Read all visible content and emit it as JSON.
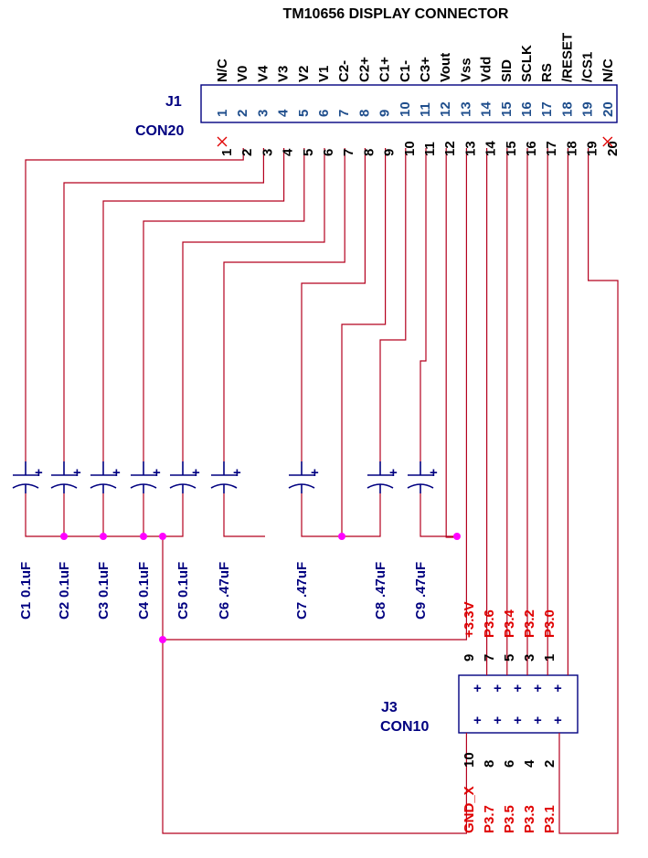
{
  "title": "TM10656 DISPLAY CONNECTOR",
  "j1": {
    "ref": "J1",
    "part": "CON20",
    "pins": [
      {
        "n": "1",
        "sig": "N/C"
      },
      {
        "n": "2",
        "sig": "V0"
      },
      {
        "n": "3",
        "sig": "V4"
      },
      {
        "n": "4",
        "sig": "V3"
      },
      {
        "n": "5",
        "sig": "V2"
      },
      {
        "n": "6",
        "sig": "V1"
      },
      {
        "n": "7",
        "sig": "C2-"
      },
      {
        "n": "8",
        "sig": "C2+"
      },
      {
        "n": "9",
        "sig": "C1+"
      },
      {
        "n": "10",
        "sig": "C1-"
      },
      {
        "n": "11",
        "sig": "C3+"
      },
      {
        "n": "12",
        "sig": "Vout"
      },
      {
        "n": "13",
        "sig": "Vss"
      },
      {
        "n": "14",
        "sig": "Vdd"
      },
      {
        "n": "15",
        "sig": "SID"
      },
      {
        "n": "16",
        "sig": "SCLK"
      },
      {
        "n": "17",
        "sig": "RS"
      },
      {
        "n": "18",
        "sig": "/RESET"
      },
      {
        "n": "19",
        "sig": "/CS1"
      },
      {
        "n": "20",
        "sig": "N/C"
      }
    ]
  },
  "caps": [
    {
      "ref": "C1",
      "val": "0.1uF"
    },
    {
      "ref": "C2",
      "val": "0.1uF"
    },
    {
      "ref": "C3",
      "val": "0.1uF"
    },
    {
      "ref": "C4",
      "val": "0.1uF"
    },
    {
      "ref": "C5",
      "val": "0.1uF"
    },
    {
      "ref": "C6",
      "val": ".47uF"
    },
    {
      "ref": "C7",
      "val": ".47uF"
    },
    {
      "ref": "C8",
      "val": ".47uF"
    },
    {
      "ref": "C9",
      "val": ".47uF"
    }
  ],
  "cap_polarity": "+",
  "j3": {
    "ref": "J3",
    "part": "CON10",
    "top_pins": [
      {
        "n": "9",
        "label": "+3.3V"
      },
      {
        "n": "7",
        "label": "P3.6"
      },
      {
        "n": "5",
        "label": "P3.4"
      },
      {
        "n": "3",
        "label": "P3.2"
      },
      {
        "n": "1",
        "label": "P3.0"
      }
    ],
    "bottom_pins": [
      {
        "n": "10",
        "label": "GND_X"
      },
      {
        "n": "8",
        "label": "P3.7"
      },
      {
        "n": "6",
        "label": "P3.5"
      },
      {
        "n": "4",
        "label": "P3.3"
      },
      {
        "n": "2",
        "label": "P3.1"
      }
    ]
  },
  "colors": {
    "wire": "#b4001e",
    "junction": "#ff00ff",
    "component": "#000080",
    "net_label": "#e00000",
    "no_connect": "#e00000"
  }
}
